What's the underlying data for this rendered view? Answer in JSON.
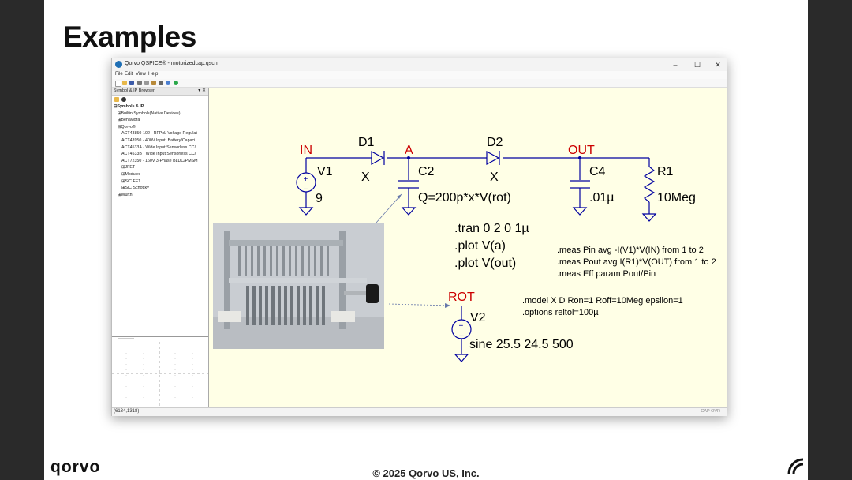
{
  "slide": {
    "title": "Examples",
    "copyright": "© 2025 Qorvo US, Inc.",
    "logo_text": "qorvo"
  },
  "window": {
    "title": "Qorvo QSPICE® - motorizedcap.qsch",
    "min": "–",
    "max": "☐",
    "close": "✕"
  },
  "menu": [
    "File",
    "Edit",
    "View",
    "Help"
  ],
  "browser": {
    "title": "Symbol & IP Browser",
    "pin": "▾ ✕",
    "tree": [
      {
        "label": "Symbols & IP",
        "bold": true,
        "indent": 0,
        "prefix": "⊟"
      },
      {
        "label": "Builtin Symbols(Native Devices)",
        "indent": 1,
        "prefix": "⊞"
      },
      {
        "label": "Behavioral",
        "indent": 1,
        "prefix": "⊞"
      },
      {
        "label": "Qorvo®",
        "indent": 1,
        "prefix": "⊟"
      },
      {
        "label": "ACT43850-102 · RFPoL Voltage Regulat",
        "indent": 2,
        "prefix": ""
      },
      {
        "label": "ACT43950 · 400V Input, Battery/Capaci",
        "indent": 2,
        "prefix": ""
      },
      {
        "label": "ACT4533A · Wide Input Sensorless CC/",
        "indent": 2,
        "prefix": ""
      },
      {
        "label": "ACT4533B · Wide Input Sensorless CC/",
        "indent": 2,
        "prefix": ""
      },
      {
        "label": "ACT72350 · 160V 3-Phase BLDC/PMSM",
        "indent": 2,
        "prefix": ""
      },
      {
        "label": "JFET",
        "indent": 2,
        "prefix": "⊞"
      },
      {
        "label": "Modules",
        "indent": 2,
        "prefix": "⊞"
      },
      {
        "label": "SiC FET",
        "indent": 2,
        "prefix": "⊞"
      },
      {
        "label": "SiC Schottky",
        "indent": 2,
        "prefix": "⊞"
      },
      {
        "label": "Würth",
        "indent": 1,
        "prefix": "⊞"
      }
    ]
  },
  "schematic": {
    "net_in": "IN",
    "net_a": "A",
    "net_out": "OUT",
    "net_rot": "ROT",
    "d1": "D1",
    "d1_model": "X",
    "d2": "D2",
    "d2_model": "X",
    "v1": "V1",
    "v1_value": "9",
    "c2": "C2",
    "c2_value": "Q=200p*x*V(rot)",
    "c4": "C4",
    "c4_value": ".01µ",
    "r1": "R1",
    "r1_value": "10Meg",
    "v2": "V2",
    "v2_value": "sine 25.5 24.5 500",
    "directives_left": [
      ".tran 0 2 0 1µ",
      ".plot V(a)",
      ".plot V(out)"
    ],
    "directives_meas": [
      ".meas Pin avg -I(V1)*V(IN) from 1 to 2",
      ".meas Pout avg I(R1)*V(OUT) from 1 to 2",
      ".meas Eff param Pout/Pin"
    ],
    "directives_model": [
      ".model X D Ron=1 Roff=10Meg epsilon=1",
      ".options reltol=100µ"
    ]
  },
  "status": {
    "coords": "(6134,1318)",
    "mode": "CAP OVR"
  },
  "colors": {
    "wire": "#0000a0",
    "netlabel": "#cc0000",
    "canvas": "#ffffe6"
  }
}
